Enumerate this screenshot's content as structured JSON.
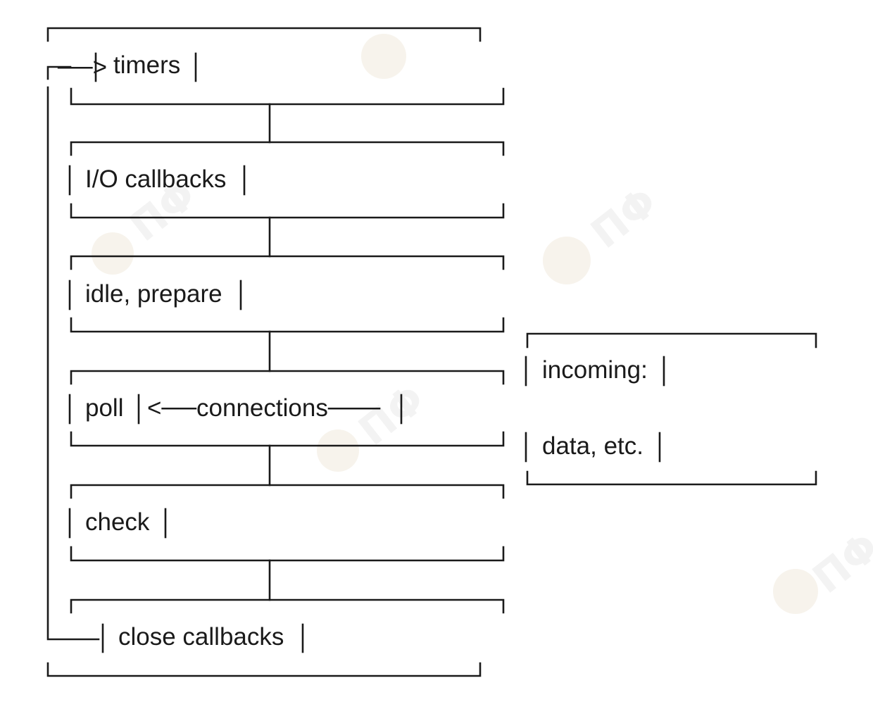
{
  "diagram": {
    "phases": [
      {
        "id": "timers",
        "label": "timers"
      },
      {
        "id": "io-callbacks",
        "label": "I/O callbacks"
      },
      {
        "id": "idle-prepare",
        "label": "idle, prepare"
      },
      {
        "id": "poll",
        "label": "poll"
      },
      {
        "id": "check",
        "label": "check"
      },
      {
        "id": "close-callbacks",
        "label": "close callbacks"
      }
    ],
    "loop_arrow": "──>",
    "poll_arrow_label": "<──connections───",
    "incoming": {
      "line1": "incoming:",
      "line2": "data, etc."
    },
    "colors": {
      "text": "#1a1a1a",
      "lines": "#1a1a1a",
      "background": "#ffffff"
    }
  }
}
